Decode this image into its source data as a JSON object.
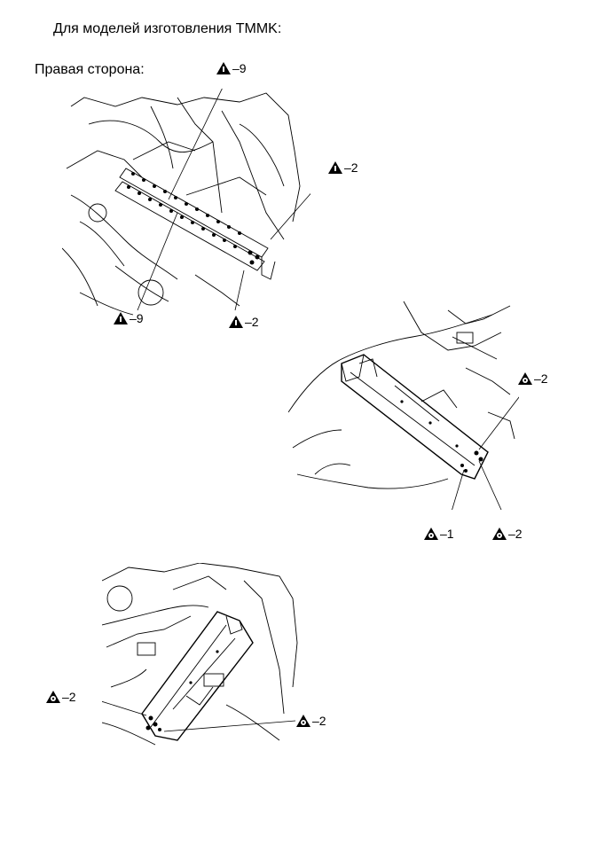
{
  "heading": "Для моделей изготовления TMMK:",
  "side_label": "Правая сторона:",
  "callouts": {
    "f1_top": "–9",
    "f1_right": "–2",
    "f1_bottom_left": "–9",
    "f1_bottom_right": "–2",
    "f2_top_right": "–2",
    "f2_bottom_left": "–1",
    "f2_bottom_right": "–2",
    "f3_left": "–2",
    "f3_right": "–2"
  },
  "icons": {
    "warning_weld": "spot-weld-triangle-icon",
    "target_weld": "weld-target-triangle-icon"
  }
}
